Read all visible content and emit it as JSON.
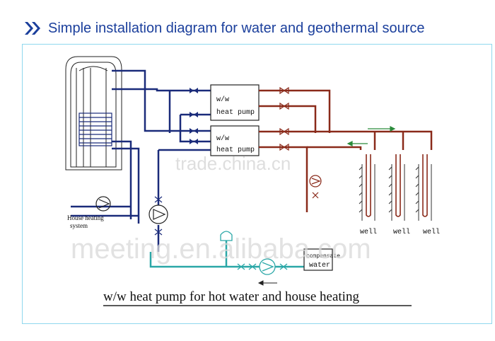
{
  "header": {
    "title": "Simple installation diagram for water and geothermal source",
    "chevron_icon": "double-chevron-right-icon",
    "color": "#1b3f9c"
  },
  "diagram": {
    "heat_pump_1": "w/w\nheat pump",
    "heat_pump_2": "w/w\nheat pump",
    "house_heating": "House heating\nsystem",
    "compensate_water": "compensate\nwater",
    "wells": [
      "well",
      "well",
      "well"
    ],
    "caption": "w/w heat pump for hot water and house heating"
  },
  "watermarks": [
    "trade.china.cn",
    "meeting.en.alibaba.com"
  ],
  "colors": {
    "frame": "#8fd8ee",
    "navy_pipe": "#1a2b7a",
    "red_pipe": "#8a2a1a",
    "teal_pipe": "#2aa7a7"
  }
}
